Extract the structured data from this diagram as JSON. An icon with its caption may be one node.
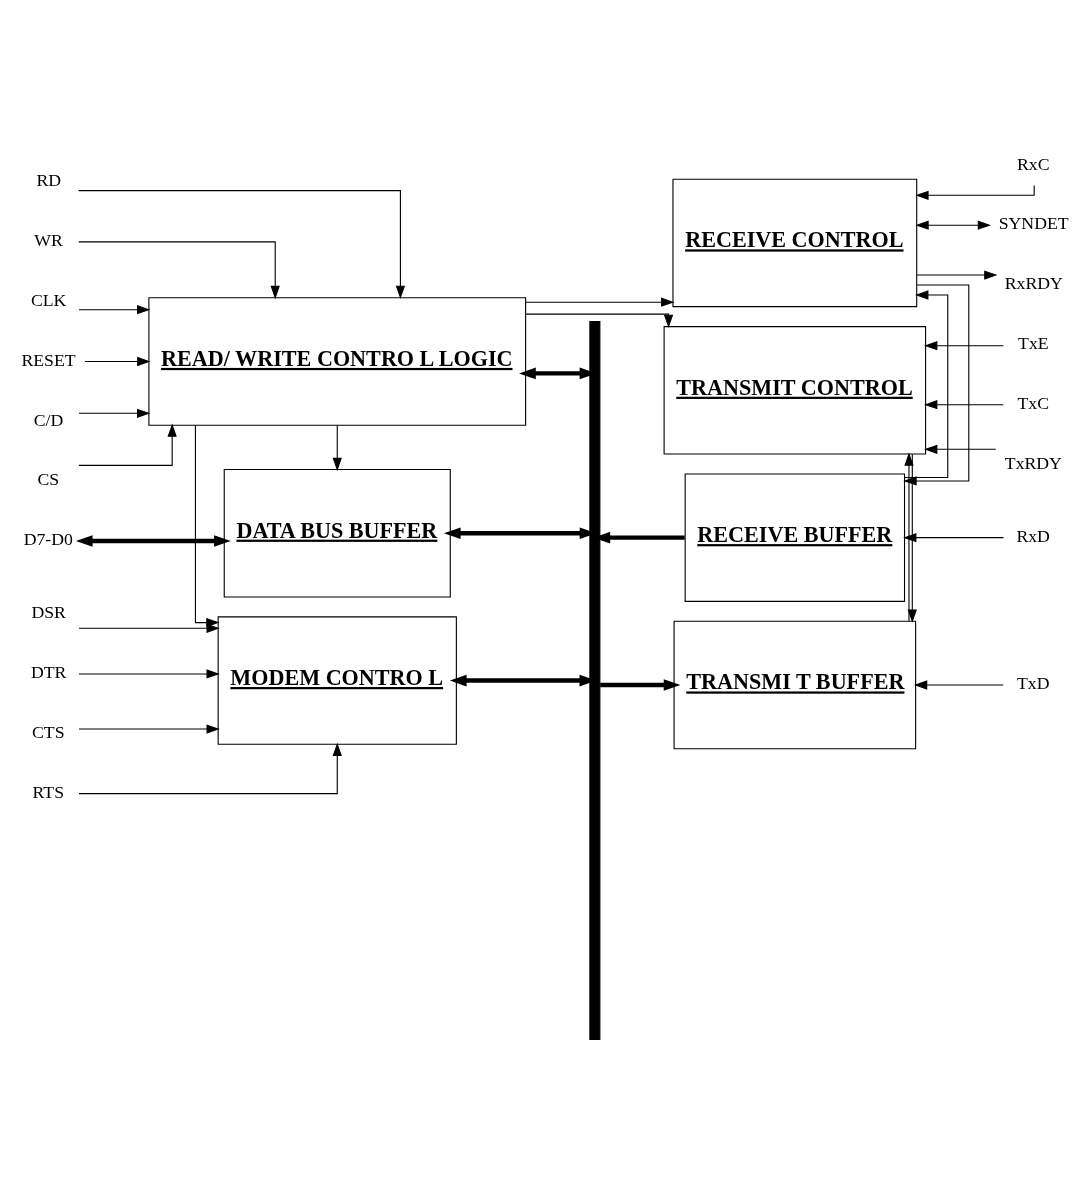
{
  "diagram": {
    "nodes": [
      {
        "text": [
          "D7-D0"
        ]
      },
      {
        "text": [
          "DATA BUS BUFFER"
        ]
      },
      {
        "text": [],
        "shape": "bar"
      },
      {
        "text": [
          "TRANSMI T BUFFER"
        ]
      },
      {
        "text": [
          "TxD"
        ]
      },
      {
        "text": [
          "RD"
        ]
      },
      {
        "text": [
          "WR"
        ]
      },
      {
        "text": [
          "CLK"
        ]
      },
      {
        "text": [
          "RESET"
        ]
      },
      {
        "text": [
          "C/D"
        ]
      },
      {
        "text": [
          "READ/ WRITE CONTRO L LOGIC"
        ]
      },
      {
        "text": [
          "TRANSMIT CONTROL"
        ]
      },
      {
        "text": [
          "TxRDY"
        ]
      },
      {
        "text": [
          "TxE"
        ]
      },
      {
        "text": [
          "TxC"
        ]
      },
      {
        "text": [
          "CS"
        ]
      },
      {
        "text": [
          "DSR"
        ]
      },
      {
        "text": [
          "DTR"
        ]
      },
      {
        "text": [
          "CTS"
        ]
      },
      {
        "text": [
          "RTS"
        ]
      },
      {
        "text": [
          "MODEM CONTRO L"
        ]
      },
      {
        "text": [
          "RECEIVE BUFFER"
        ]
      },
      {
        "text": [
          "RxD"
        ]
      },
      {
        "text": [
          "RECEIVE CONTROL"
        ]
      },
      {
        "text": [
          "RxRDY"
        ]
      },
      {
        "text": [
          "RxC"
        ]
      },
      {
        "text": [
          "SYNDET"
        ]
      }
    ],
    "edges": [
      {
        "from": 0,
        "to": 1,
        "arrow": "both",
        "style": "thick"
      },
      {
        "from": 1,
        "to": 2,
        "arrow": "both",
        "style": "thick"
      },
      {
        "from": 2,
        "to": 3,
        "arrow": "to",
        "style": "thick"
      },
      {
        "from": 4,
        "to": 3,
        "arrow": "to"
      },
      {
        "from": 10,
        "to": 1,
        "arrow": "to"
      },
      {
        "from": 11,
        "to": 3,
        "arrow": "to"
      },
      {
        "from": 3,
        "to": 11,
        "arrow": "to"
      },
      {
        "from": 5,
        "to": 10,
        "arrow": "to"
      },
      {
        "from": 6,
        "to": 10,
        "arrow": "to"
      },
      {
        "from": 7,
        "to": 10,
        "arrow": "to"
      },
      {
        "from": 8,
        "to": 10,
        "arrow": "to"
      },
      {
        "from": 9,
        "to": 10,
        "arrow": "to"
      },
      {
        "from": 2,
        "to": 10,
        "arrow": "both",
        "style": "thick"
      },
      {
        "from": 12,
        "to": 11,
        "arrow": "to"
      },
      {
        "from": 13,
        "to": 11,
        "arrow": "to"
      },
      {
        "from": 14,
        "to": 11,
        "arrow": "to"
      },
      {
        "from": 10,
        "to": 11,
        "arrow": "to"
      },
      {
        "from": 15,
        "to": 10,
        "arrow": "to"
      },
      {
        "from": 10,
        "to": 20,
        "arrow": "to"
      },
      {
        "from": 16,
        "to": 20,
        "arrow": "to"
      },
      {
        "from": 17,
        "to": 20,
        "arrow": "to"
      },
      {
        "from": 18,
        "to": 20,
        "arrow": "to"
      },
      {
        "from": 19,
        "to": 20,
        "arrow": "to"
      },
      {
        "from": 20,
        "to": 2,
        "arrow": "both",
        "style": "thick"
      },
      {
        "from": 21,
        "to": 2,
        "arrow": "to",
        "style": "thick"
      },
      {
        "from": 22,
        "to": 21,
        "arrow": "to"
      },
      {
        "from": 23,
        "to": 21,
        "arrow": "to"
      },
      {
        "from": 21,
        "to": 23,
        "arrow": "to"
      },
      {
        "from": 10,
        "to": 23,
        "arrow": "to"
      },
      {
        "from": 23,
        "to": 24,
        "arrow": "to"
      },
      {
        "from": 25,
        "to": 23,
        "arrow": "to"
      },
      {
        "from": 23,
        "to": 26,
        "arrow": "both"
      }
    ]
  }
}
